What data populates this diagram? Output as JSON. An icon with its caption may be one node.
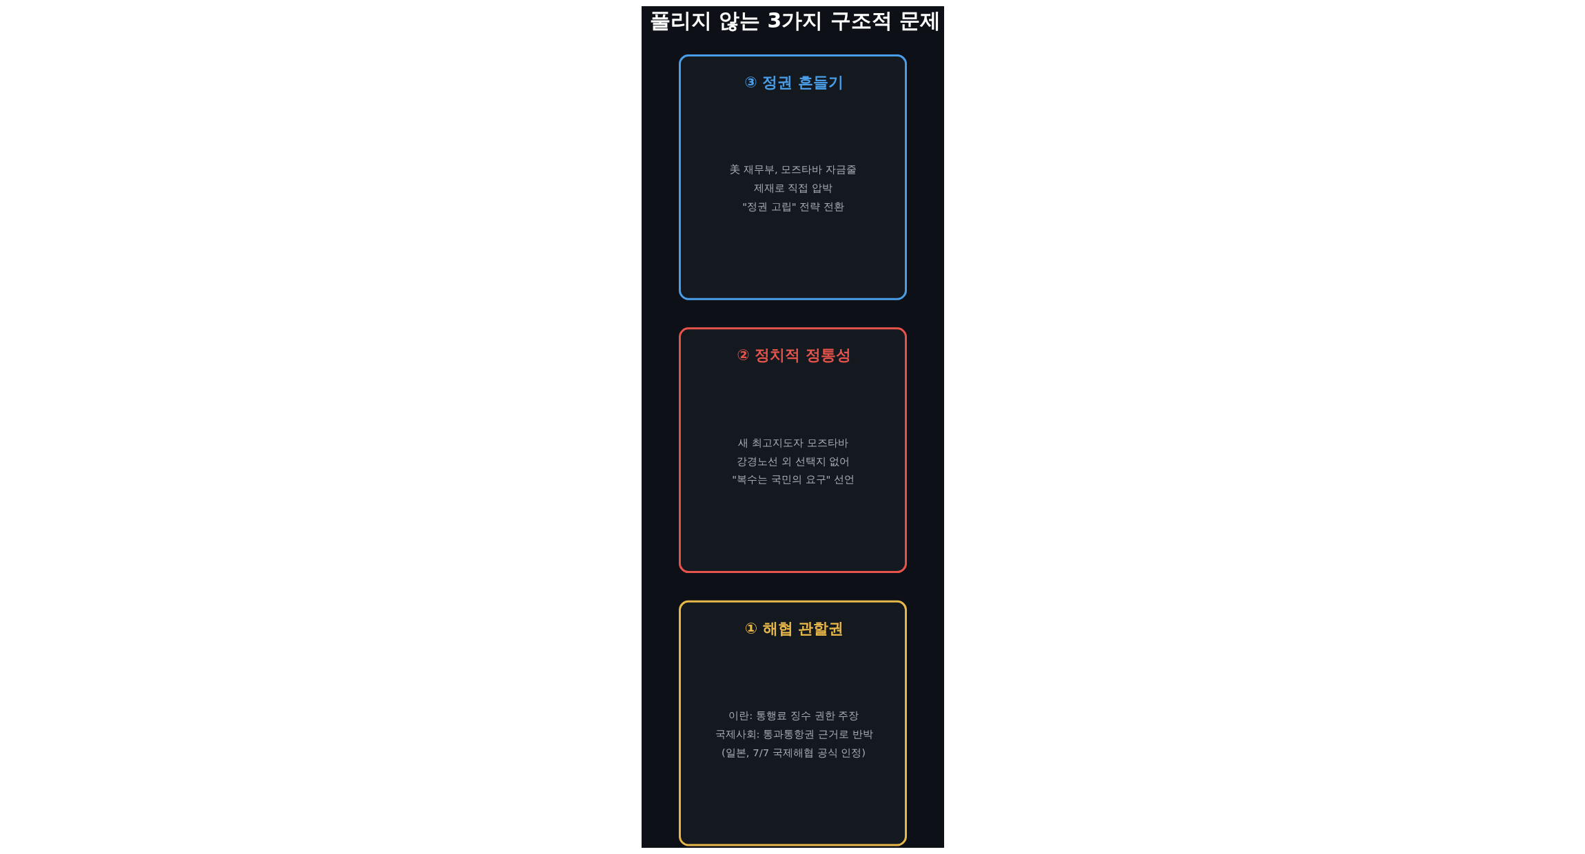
{
  "diagram": {
    "title": "풀리지 않는 3가지 구조적 문제",
    "nodes": [
      {
        "text": [
          "① 해협 관할권",
          "이란: 통행료 징수 권한 주장",
          "국제사회: 통과통항권 근거로 반박",
          "(일본, 7/7 국제해협 공식 인정)"
        ]
      },
      {
        "text": [
          "② 정치적 정통성",
          "새 최고지도자 모즈타바",
          "강경노선 외 선택지 없어",
          "\"복수는 국민의 요구\" 선언"
        ]
      },
      {
        "text": [
          "③ 정권 흔들기",
          "美 재무부, 모즈타바 자금줄",
          "제재로 직접 압박",
          "\"정권 고립\" 전략 전환"
        ]
      }
    ],
    "edges": []
  }
}
